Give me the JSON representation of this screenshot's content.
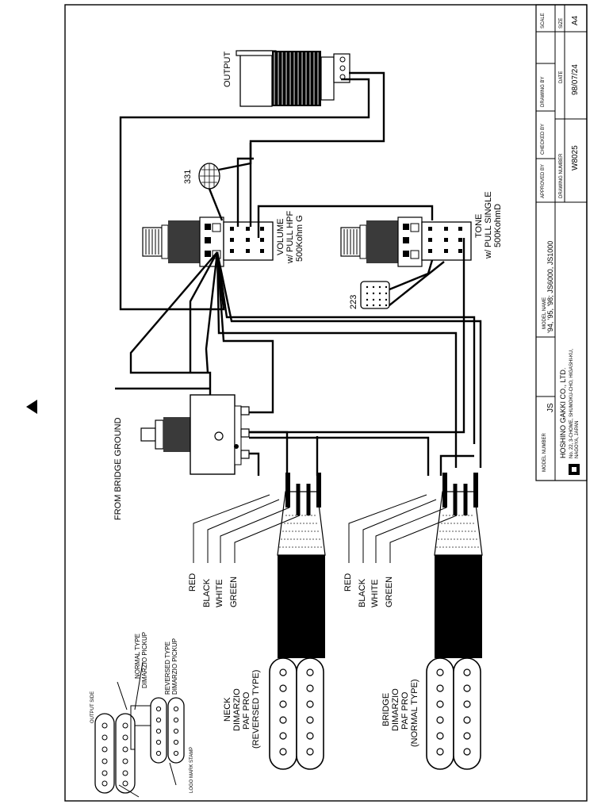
{
  "labels": {
    "output": "OUTPUT",
    "volume_line1": "VOLUME",
    "volume_line2": "w/ PULL HPF",
    "volume_line3": "500Kohm G",
    "tone_line1": "TONE",
    "tone_line2": "w/ PULL SINGLE",
    "tone_line3": "500KohmD",
    "cap_331": "331",
    "cap_223": "223",
    "bridge_ground": "FROM BRIDGE GROUND",
    "wire_red": "RED",
    "wire_black": "BLACK",
    "wire_white": "WHITE",
    "wire_green": "GREEN",
    "neck_line1": "NECK",
    "neck_line2": "DIMARZIO",
    "neck_line3": "PAF PRO",
    "neck_line4": "(REVERSED TYPE)",
    "bridge_line1": "BRIDGE",
    "bridge_line2": "DIMARZIO",
    "bridge_line3": "PAF PRO",
    "bridge_line4": "(NORMAL TYPE)",
    "normal_type_line1": "NORMAL TYPE",
    "normal_type_line2": "DIMARZIO PICKUP",
    "reversed_type_line1": "REVERSED TYPE",
    "reversed_type_line2": "DIMARZIO PICKUP",
    "output_side": "OUTPUT SIDE",
    "logo_mark": "LOGO MARK STAMP"
  },
  "title_block": {
    "model_number_header": "MODEL NUMBER",
    "model_number": "JS",
    "model_name_header": "MODEL NAME",
    "model_name": "'94, '95, '98; JS6000, JS1000",
    "approved_by": "APPROVED BY",
    "checked_by": "CHECKED BY",
    "drawing_by": "DRAWING BY",
    "scale_header": "SCALE",
    "drawing_number_header": "DRAWING NUMBER",
    "drawing_number": "W8025",
    "date_header": "DATE",
    "date": "98/07/24",
    "size_header": "SIZE",
    "size": "A4",
    "company": "HOSHINO GAKKI CO., LTD.",
    "address_line1": "No. 22, 3-CHOME, SHUMOKU-CHO, HIGASHI-KU,",
    "address_line2": "NAGOYA, JAPAN"
  },
  "colors": {
    "ink": "#000000",
    "paper": "#ffffff",
    "knurl": "#3a3a3a"
  }
}
